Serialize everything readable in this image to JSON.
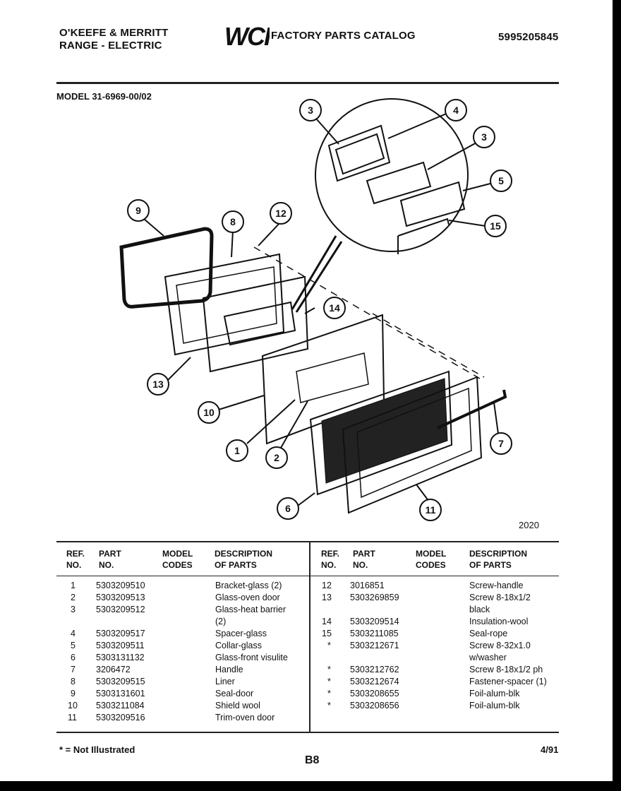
{
  "header": {
    "brand_line1": "O'KEEFE & MERRITT",
    "brand_line2": "RANGE - ELECTRIC",
    "logo_text": "WCI",
    "catalog_title": "FACTORY PARTS CATALOG",
    "catalog_number": "5995205845"
  },
  "model_label": "MODEL 31-6969-00/02",
  "diagram": {
    "figure_number": "2020",
    "callouts": [
      "1",
      "2",
      "3",
      "3",
      "4",
      "5",
      "6",
      "7",
      "8",
      "9",
      "10",
      "11",
      "12",
      "13",
      "14",
      "15"
    ]
  },
  "table": {
    "headers": {
      "ref_no": "REF.\nNO.",
      "part_no": "PART\nNO.",
      "model_codes": "MODEL\nCODES",
      "description": "DESCRIPTION\nOF PARTS"
    },
    "left_rows": [
      {
        "ref": "1",
        "part": "5303209510",
        "desc": "Bracket-glass (2)"
      },
      {
        "ref": "2",
        "part": "5303209513",
        "desc": "Glass-oven door"
      },
      {
        "ref": "3",
        "part": "5303209512",
        "desc": "Glass-heat barrier"
      },
      {
        "ref": "",
        "part": "",
        "desc": "(2)"
      },
      {
        "ref": "4",
        "part": "5303209517",
        "desc": "Spacer-glass"
      },
      {
        "ref": "5",
        "part": "5303209511",
        "desc": "Collar-glass"
      },
      {
        "ref": "6",
        "part": "5303131132",
        "desc": "Glass-front visulite"
      },
      {
        "ref": "7",
        "part": "3206472",
        "desc": "Handle"
      },
      {
        "ref": "8",
        "part": "5303209515",
        "desc": "Liner"
      },
      {
        "ref": "9",
        "part": "5303131601",
        "desc": "Seal-door"
      },
      {
        "ref": "10",
        "part": "5303211084",
        "desc": "Shield wool"
      },
      {
        "ref": "11",
        "part": "5303209516",
        "desc": "Trim-oven door"
      }
    ],
    "right_rows": [
      {
        "ref": "12",
        "part": "3016851",
        "desc": "Screw-handle"
      },
      {
        "ref": "13",
        "part": "5303269859",
        "desc": "Screw 8-18x1/2"
      },
      {
        "ref": "",
        "part": "",
        "desc": "black"
      },
      {
        "ref": "14",
        "part": "5303209514",
        "desc": "Insulation-wool"
      },
      {
        "ref": "15",
        "part": "5303211085",
        "desc": "Seal-rope"
      },
      {
        "ref": "*",
        "part": "5303212671",
        "desc": "Screw 8-32x1.0"
      },
      {
        "ref": "",
        "part": "",
        "desc": "w/washer"
      },
      {
        "ref": "*",
        "part": "5303212762",
        "desc": "Screw 8-18x1/2 ph"
      },
      {
        "ref": "*",
        "part": "5303212674",
        "desc": "Fastener-spacer (1)"
      },
      {
        "ref": "*",
        "part": "5303208655",
        "desc": "Foil-alum-blk"
      },
      {
        "ref": "*",
        "part": "5303208656",
        "desc": "Foil-alum-blk"
      }
    ]
  },
  "footer": {
    "note": "* = Not Illustrated",
    "page": "B8",
    "date": "4/91"
  }
}
